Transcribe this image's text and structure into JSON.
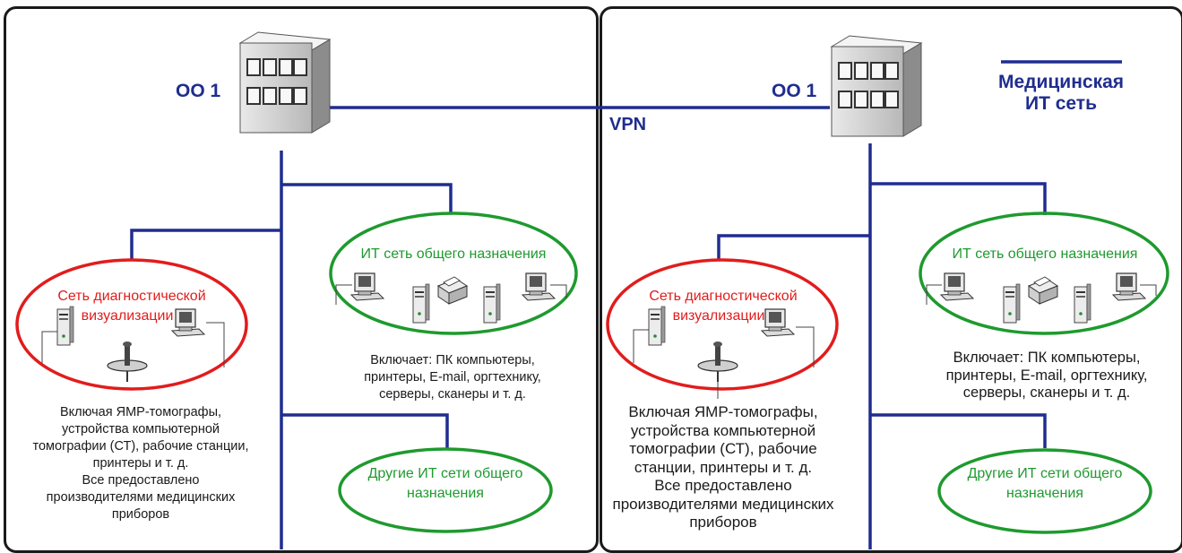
{
  "site_left": "ОО 1",
  "site_right": "ОО 1",
  "vpn_label": "VPN",
  "legend": {
    "line1": "Медицинская",
    "line2": "ИТ сеть",
    "line_color": "#1f2d8f"
  },
  "colors": {
    "link": "#1f2d8f",
    "diagnostic": "#e21c1c",
    "general": "#1e9a2e"
  },
  "left": {
    "diag_ellipse": {
      "line1": "Сеть диагностической",
      "line2": "визуализации"
    },
    "general_ellipse": "ИТ сеть общего назначения",
    "other_ellipse": {
      "line1": "Другие ИТ сети общего",
      "line2": "назначения"
    },
    "general_desc": [
      "Включает: ПК компьютеры,",
      "принтеры, E-mail, оргтехнику,",
      "серверы, сканеры и т. д."
    ],
    "diag_desc": [
      "Включая ЯМР-томографы,",
      "устройства компьютерной",
      "томографии (СТ), рабочие станции,",
      "принтеры и т. д.",
      "Все предоставлено",
      "производителями медицинских",
      "приборов"
    ]
  },
  "right": {
    "diag_ellipse": {
      "line1": "Сеть диагностической",
      "line2": "визуализации"
    },
    "general_ellipse": "ИТ сеть общего назначения",
    "other_ellipse": {
      "line1": "Другие ИТ сети общего",
      "line2": "назначения"
    },
    "general_desc": [
      "Включает: ПК компьютеры,",
      "принтеры, E-mail, оргтехнику,",
      "серверы, сканеры и т. д."
    ],
    "diag_desc": [
      "Включая ЯМР-томографы,",
      "устройства компьютерной",
      "томографии (СТ), рабочие",
      "станции, принтеры и т. д.",
      "Все предоставлено",
      "производителями медицинских",
      "приборов"
    ]
  },
  "icons": [
    "building-icon",
    "server-tower-icon",
    "workstation-icon",
    "printer-icon",
    "mri-scanner-icon"
  ]
}
